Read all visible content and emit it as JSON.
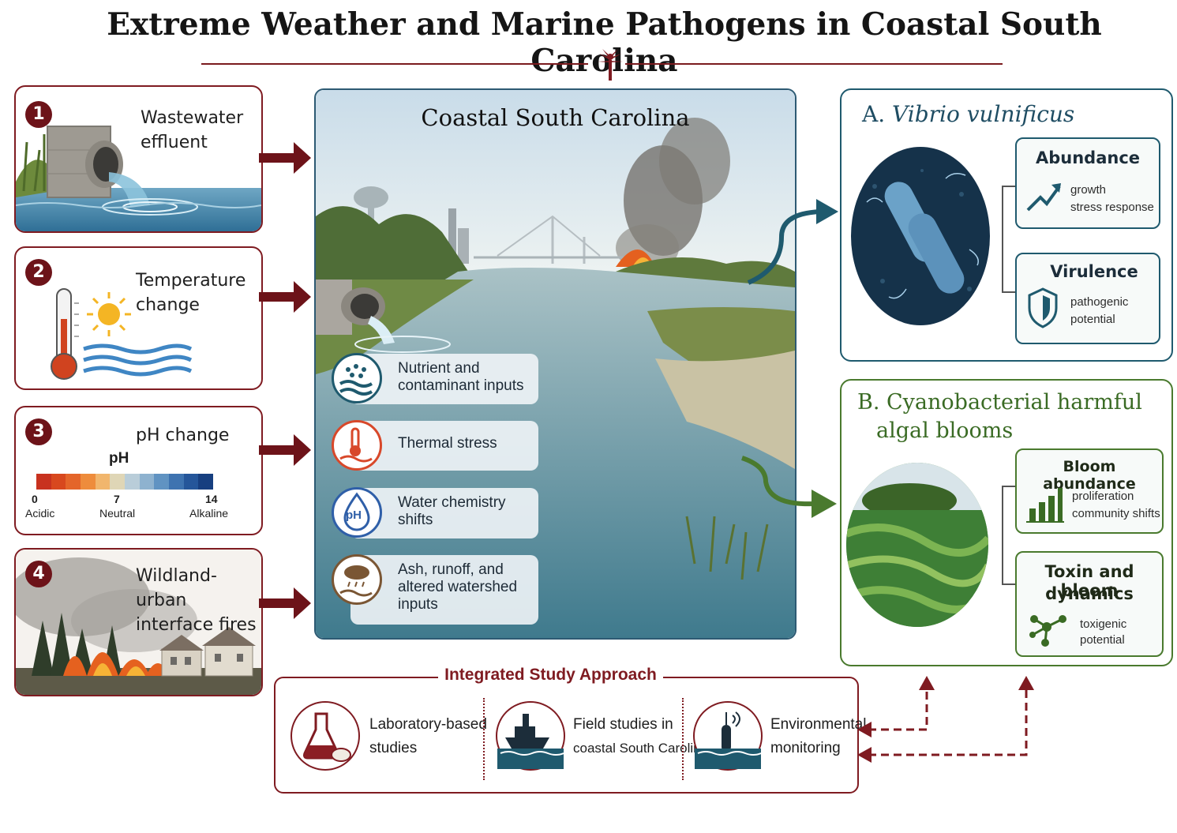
{
  "title": "Extreme Weather and Marine Pathogens in Coastal South Carolina",
  "drivers": [
    {
      "number": "1",
      "label": "Wastewater effluent"
    },
    {
      "number": "2",
      "label": "Temperature change"
    },
    {
      "number": "3",
      "label": "pH change"
    },
    {
      "number": "4",
      "label": "Wildland-urban interface fires"
    }
  ],
  "ph_scale": {
    "label": "pH",
    "ticks": [
      "0",
      "7",
      "14"
    ],
    "tick_labels": [
      "Acidic",
      "Neutral",
      "Alkaline"
    ]
  },
  "coastal": {
    "title": "Coastal South Carolina",
    "stressors": [
      "Nutrient and contaminant inputs",
      "Thermal stress",
      "Water chemistry shifts",
      "Ash, runoff, and altered watershed inputs"
    ],
    "ph_icon_text": "pH"
  },
  "vibrio": {
    "title_prefix": "A.",
    "title_name": "Vibrio vulnificus",
    "abundance_title": "Abundance",
    "abundance_text_1": "growth",
    "abundance_text_2": "stress response",
    "virulence_title": "Virulence",
    "virulence_text_1": "pathogenic",
    "virulence_text_2": "potential"
  },
  "cyano": {
    "title_line1": "B. Cyanobacterial harmful",
    "title_line2": "algal blooms",
    "bloom_title": "Bloom abundance",
    "bloom_text_1": "proliferation",
    "bloom_text_2": "community shifts",
    "toxin_title_1": "Toxin and bloom",
    "toxin_title_2": "dynamics",
    "toxin_text_1": "toxigenic",
    "toxin_text_2": "potential"
  },
  "study": {
    "title": "Integrated Study Approach",
    "items": [
      {
        "line1": "Laboratory-based",
        "line2": "studies"
      },
      {
        "line1": "Field studies in",
        "line2": "coastal South Carolina"
      },
      {
        "line1": "Environmental",
        "line2": "monitoring"
      }
    ]
  },
  "colors": {
    "maroon": "#7f1b21",
    "teal": "#1f5a6e",
    "green": "#4a7a2e",
    "water": "#5e8fa3"
  },
  "icons": [
    "palmetto-icon",
    "pipe-icon",
    "thermometer-icon",
    "sun-icon",
    "fire-icon",
    "bacteria-icon",
    "trend-icon",
    "shield-icon",
    "bar-chart-icon",
    "molecule-icon",
    "flask-icon",
    "boat-icon",
    "sensor-icon"
  ]
}
